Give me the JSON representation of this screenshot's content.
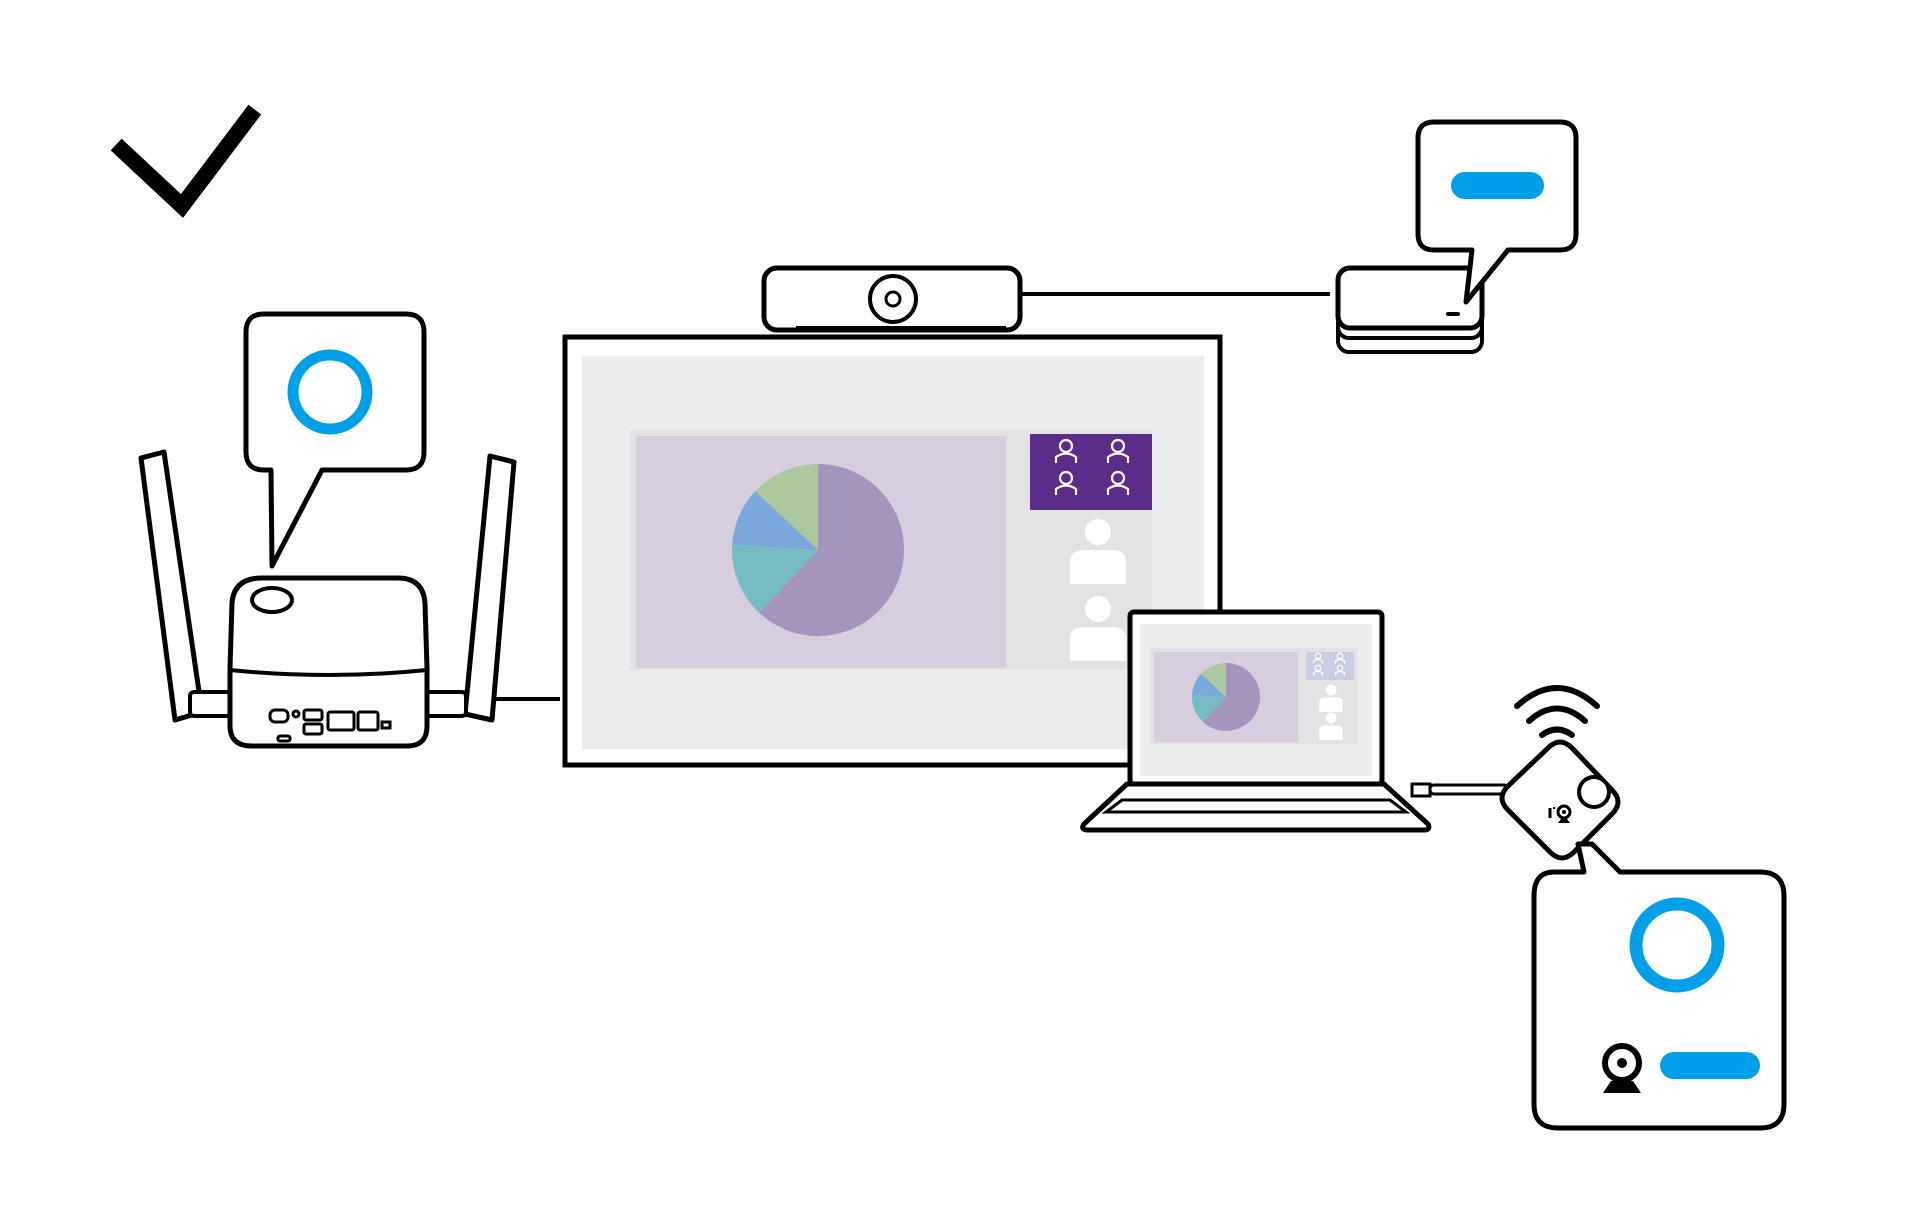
{
  "colors": {
    "background": "#ffffff",
    "stroke": "#000000",
    "accent_blue": "#00a0e9",
    "screen_gray": "#ececee",
    "slide_lavender": "#d6cddd",
    "tile_purple": "#5b2c8a",
    "pie_purple": "#a595bd",
    "pie_teal": "#77bbc3",
    "pie_blue": "#7aa8dd",
    "pie_green": "#adc89f"
  },
  "icons": [
    "check-mark-icon",
    "wireless-base-unit-icon",
    "conference-camera-bar-icon",
    "mini-pc-icon",
    "laptop-icon",
    "wireless-dongle-icon",
    "wifi-signal-icon",
    "webcam-icon",
    "status-ring-icon",
    "status-pill-icon",
    "participant-icon",
    "participants-grid-icon"
  ],
  "chart_data": {
    "type": "pie",
    "slices": [
      {
        "value": 62,
        "color": "#a595bd"
      },
      {
        "value": 14,
        "color": "#77bbc3"
      },
      {
        "value": 11,
        "color": "#7aa8dd"
      },
      {
        "value": 13,
        "color": "#adc89f"
      }
    ]
  }
}
